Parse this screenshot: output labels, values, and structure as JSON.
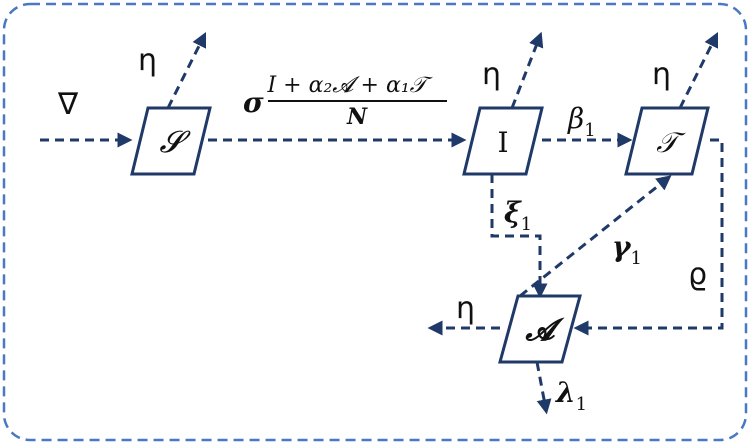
{
  "compartments": {
    "S": "𝓢",
    "I": "I",
    "T": "𝒯",
    "A": "𝓐"
  },
  "labels": {
    "inflow": "∇",
    "death_S": "η",
    "death_I": "η",
    "death_T": "η",
    "death_A": "η",
    "infection_factor": "σ",
    "infection_numerator": "I + α₂𝓐 + α₁𝒯",
    "infection_denominator": "N",
    "beta": "β",
    "beta_sub": "1",
    "xi": "ξ",
    "xi_sub": "1",
    "gamma": "γ",
    "gamma_sub": "1",
    "rho": "ϱ",
    "lambda": "λ",
    "lambda_sub": "1"
  }
}
